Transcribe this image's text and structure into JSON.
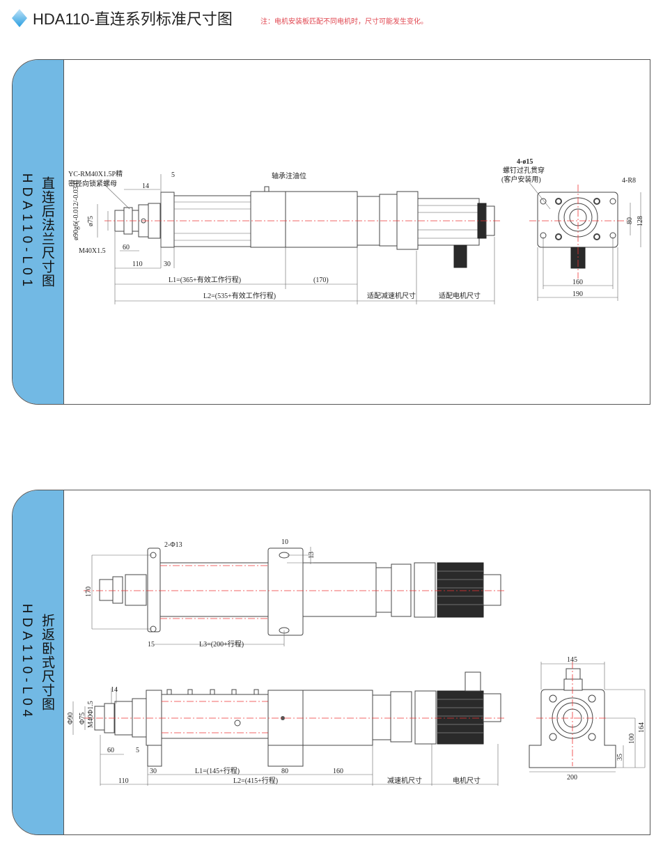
{
  "header": {
    "title": "HDA110-直连系列标准尺寸图",
    "note": "注：电机安装板匹配不同电机时，尺寸可能发生变化。",
    "accent": "#72b9e4",
    "note_color": "#e0464f"
  },
  "panel1": {
    "tab_cn": "直连后法兰尺寸图",
    "tab_en": "HDA110-L01",
    "side": {
      "nut_label1": "YC-RM40X1.5P精",
      "nut_label2": "密径向锁紧螺母",
      "oil": "轴承注油位",
      "d5": "5",
      "d14": "14",
      "phi90": "ø90g6(-0.012/-0.034)",
      "phi75": "ø75",
      "thread": "M40X1.5",
      "d60": "60",
      "d110": "110",
      "d30": "30",
      "l1": "L1=(365+有效工作行程)",
      "d170": "(170)",
      "l2": "L2=(535+有效工作行程)",
      "reducer": "适配减速机尺寸",
      "motor": "适配电机尺寸"
    },
    "end": {
      "holes": "4-ø15",
      "holes_note1": "螺钉过孔贯穿",
      "holes_note2": "(客户安装用)",
      "radius": "4-R8",
      "d80": "80",
      "d128": "128",
      "d160": "160",
      "d190": "190"
    }
  },
  "panel2": {
    "tab_cn": "折返卧式尺寸图",
    "tab_en": "HDA110-L04",
    "top": {
      "holes": "2-Φ13",
      "d10": "10",
      "d13": "13",
      "d170": "170",
      "d15": "15",
      "l3": "L3=(200+行程)"
    },
    "side": {
      "d14": "14",
      "phi90": "Φ90",
      "phi75": "Φ75",
      "thread": "M40Φ1.5",
      "d60": "60",
      "d5": "5",
      "d30": "30",
      "l1": "L1=(145+行程)",
      "d80": "80",
      "d160": "160",
      "d110": "110",
      "l2": "L2=(415+行程)",
      "reducer": "减速机尺寸",
      "motor": "电机尺寸"
    },
    "end": {
      "d145": "145",
      "d164": "164",
      "d100": "100",
      "d35": "35",
      "d200": "200"
    }
  }
}
